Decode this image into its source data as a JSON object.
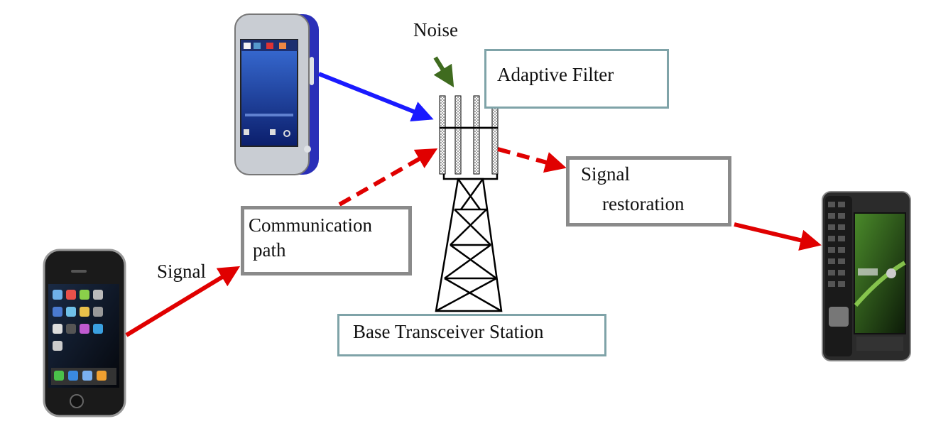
{
  "labels": {
    "noise": "Noise",
    "adaptive_filter": "Adaptive Filter",
    "signal_restoration_line1": "Signal",
    "signal_restoration_line2": "restoration",
    "communication_path_line1": "Communication",
    "communication_path_line2": "path",
    "signal": "Signal",
    "base_station": "Base Transceiver Station"
  },
  "colors": {
    "signal_arrow": "#e00000",
    "interference_arrow": "#1a1aff",
    "noise_arrow": "#3f6b1f",
    "box_teal": "#7fa3a8",
    "box_gray": "#8a8a8a"
  },
  "icons": {
    "source_phone": "smartphone-icon",
    "interfering_phone": "slider-phone-icon",
    "destination_phone": "qwerty-phone-icon",
    "tower": "cell-tower-icon"
  }
}
